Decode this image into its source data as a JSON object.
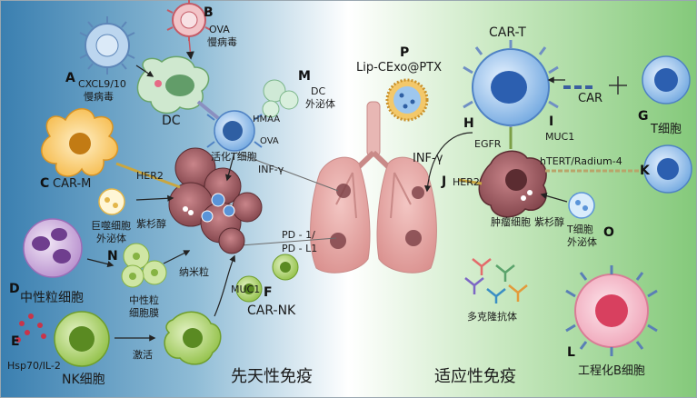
{
  "letters": {
    "a": "A",
    "b": "B",
    "c": "C",
    "d": "D",
    "e": "E",
    "f": "F",
    "g": "G",
    "h": "H",
    "i": "I",
    "j": "J",
    "k": "K",
    "l": "L",
    "m": "M",
    "n": "N",
    "o": "O",
    "p": "P"
  },
  "labels": {
    "cxcl": "CXCL9/10",
    "lentivirus": "慢病毒",
    "ova": "OVA",
    "dc": "DC",
    "hmaa": "HMAA",
    "activated_t": "活化T细胞",
    "dc_exosome_1": "DC",
    "dc_exosome_2": "外泌体",
    "inf_gamma": "INF-γ",
    "her2": "HER2",
    "car_m": "CAR-M",
    "macrophage_exo_1": "巨噬细胞",
    "macrophage_exo_2": "外泌体",
    "paclitaxel": "紫杉醇",
    "nanoparticle": "纳米粒",
    "neutrophil_membrane_1": "中性粒",
    "neutrophil_membrane_2": "细胞膜",
    "neutrophil": "中性粒细胞",
    "muc1": "MUC1",
    "pd1": "PD - 1/",
    "pdl1": "PD - L1",
    "car_nk": "CAR-NK",
    "hsp70": "Hsp70/IL-2",
    "nk_cell": "NK细胞",
    "activate": "激活",
    "innate": "先天性免疫",
    "lip": "Lip-CExo@PTX",
    "car_t": "CAR-T",
    "car": "CAR",
    "t_cell": "T细胞",
    "egfr": "EGFR",
    "htert": "hTERT/Radium-4",
    "tumor_cell": "肿瘤细胞",
    "t_exo_1": "T细胞",
    "t_exo_2": "外泌体",
    "polyclonal": "多克隆抗体",
    "adaptive": "适应性免疫",
    "engineered_b": "工程化B细胞"
  },
  "colors": {
    "bg_left": "#3f86b4",
    "bg_mid": "#ffffff",
    "bg_right": "#8fce86",
    "lung": "#e6a9a6",
    "tumor": "#8a4a4e",
    "nk_green": "#8dbf3d",
    "car_t_blue": "#69a8e8",
    "b_cell_pink": "#f2a4b6"
  }
}
